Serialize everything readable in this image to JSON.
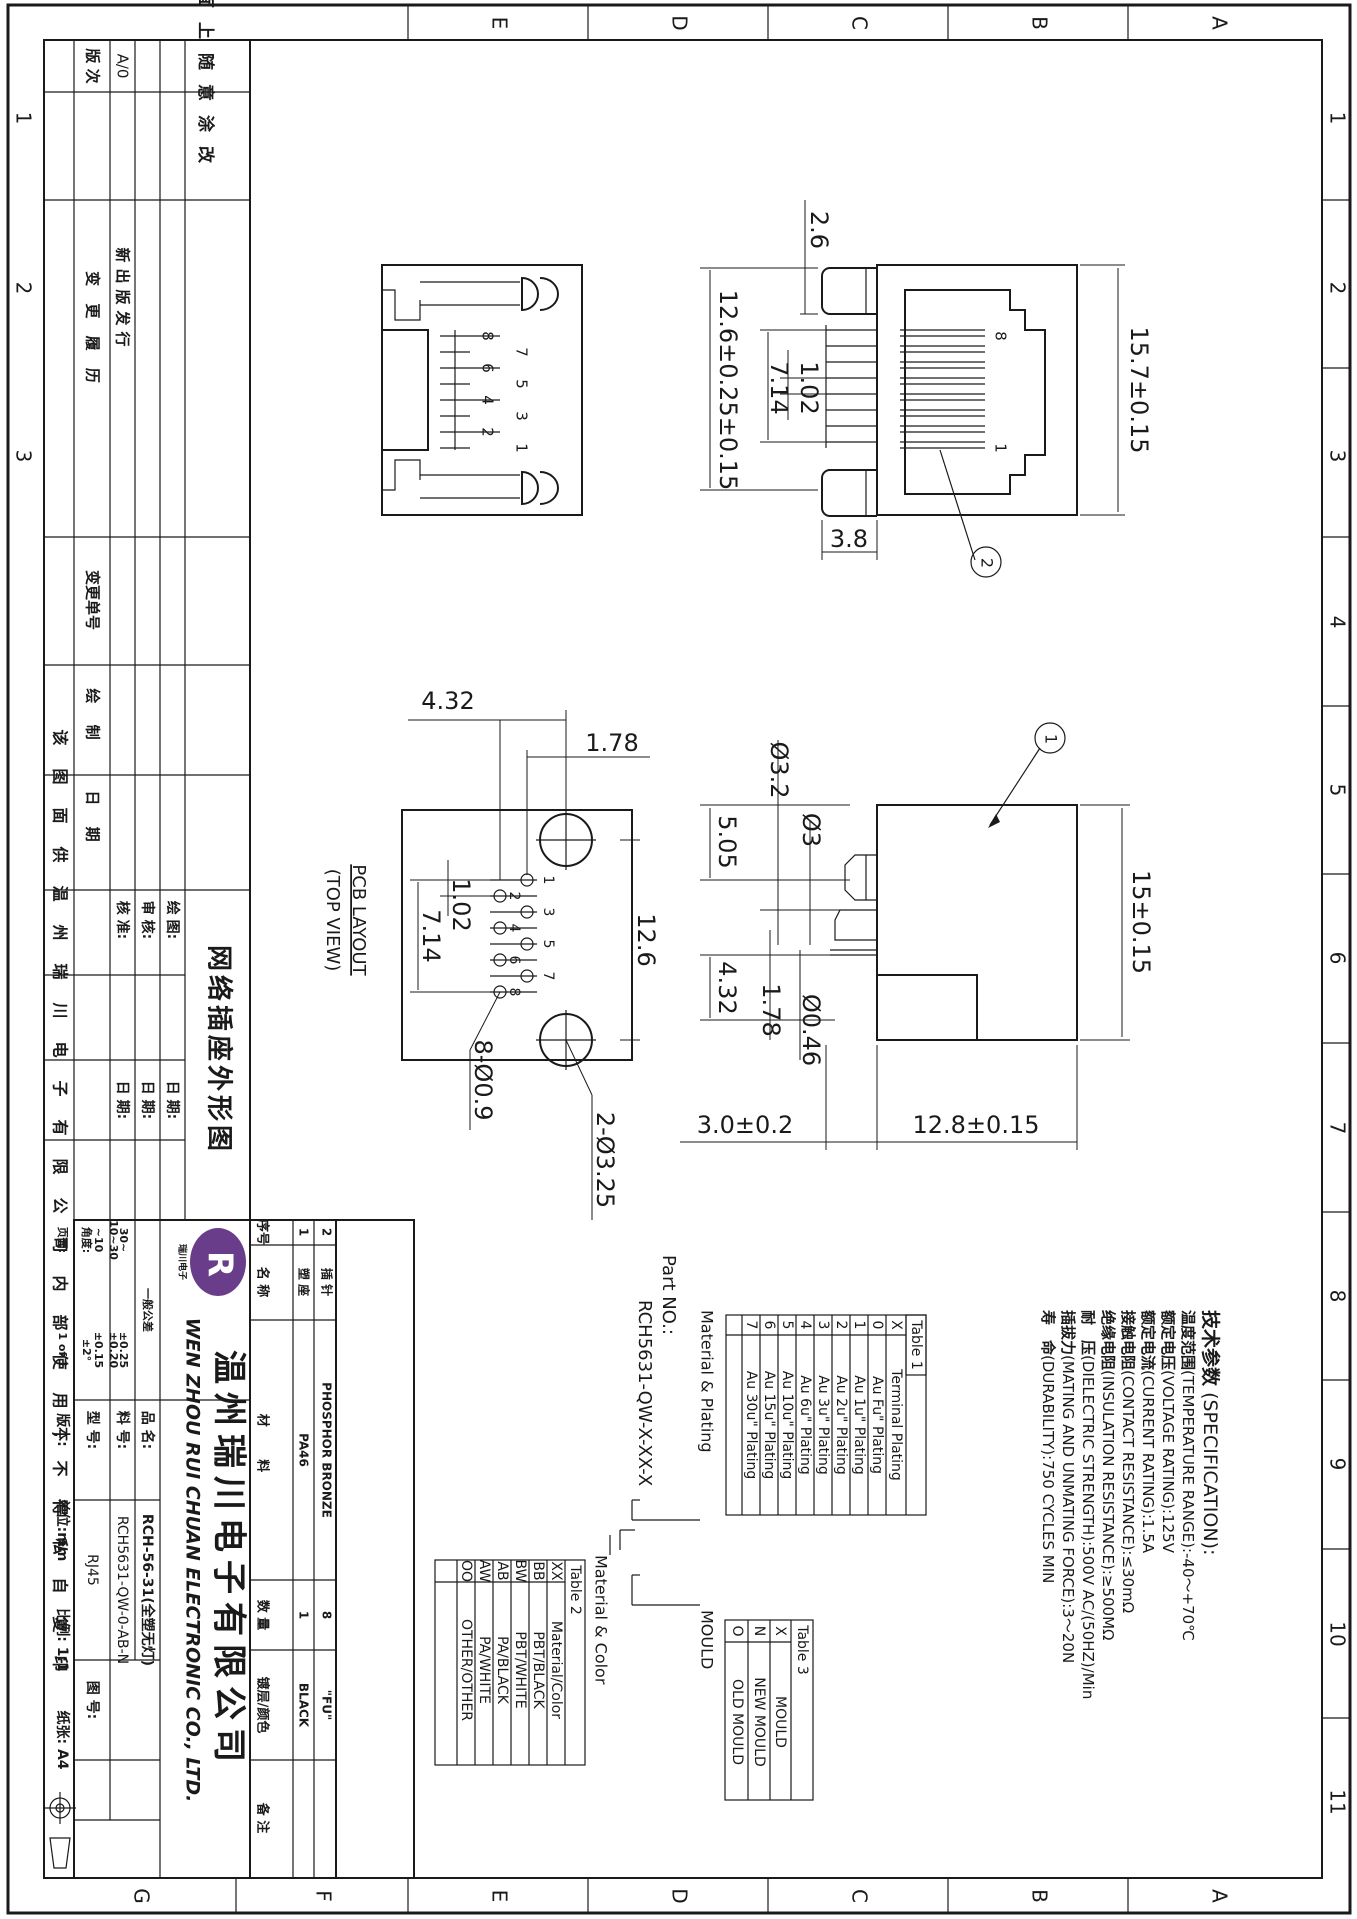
{
  "zone_letters_top": [
    "E",
    "D",
    "C",
    "B",
    "A"
  ],
  "zone_letters_bottom": [
    "G",
    "F",
    "E",
    "D",
    "C",
    "B",
    "A"
  ],
  "zone_numbers": [
    "1",
    "2",
    "3",
    "4",
    "5",
    "6",
    "7",
    "8",
    "9",
    "10",
    "11"
  ],
  "notice_top": "禁止在图面上随意涂改",
  "notice_left": "该图面供温州瑞川电子有限公司内部使用,不得私自复印",
  "revision": {
    "h_version": "版 次",
    "h_history": "变 更 履 历",
    "h_change_no": "变更单号",
    "h_drawn": "绘 制",
    "h_date": "日 期",
    "version": "A/0",
    "history": "新出版发行"
  },
  "title_block": {
    "drawing_title": "网络插座外形图",
    "labels": {
      "drawn": "绘 图:",
      "review": "审 核:",
      "approve": "核 准:",
      "date1": "日 期:",
      "date2": "日 期:",
      "date3": "日 期:",
      "product_name": "品 名:",
      "material_no": "料 号:",
      "model": "型 号:",
      "drawing_no": "图 号:",
      "edition": "版本:",
      "unit": "单位:mm",
      "scale": "比例: 1:1",
      "paper": "纸张: A4",
      "page": "页面:",
      "page_value": "1 of 1",
      "angle": "角度:",
      "angle_value": "±2°"
    },
    "product_name": "RCH-56-31(全塑无灯)",
    "material_no": "RCH5631-QW-0-AB-N",
    "model": "RJ45",
    "company_cn": "温州瑞川电子有限公司",
    "company_en": "WEN ZHOU RUI CHUAN ELECTRONIC CO., LTD.",
    "logo_small": "瑞川电子",
    "tolerance": {
      "title": "一般公差",
      "rows": [
        {
          "range": "30~",
          "value": "±0.25"
        },
        {
          "range": "10~30",
          "value": "±0.20"
        },
        {
          "range": "~10",
          "value": "±0.15"
        }
      ]
    }
  },
  "bom": {
    "headers": [
      "序号",
      "名 称",
      "材 料",
      "数 量",
      "镀层/颜色",
      "备 注"
    ],
    "rows": [
      [
        "2",
        "插 针",
        "PHOSPHOR BRONZE",
        "8",
        "\"FU\"",
        ""
      ],
      [
        "1",
        "塑 座",
        "PA46",
        "1",
        "BLACK",
        ""
      ]
    ]
  },
  "spec": {
    "title": "技术参数",
    "title_en": "(SPECIFICATION):",
    "lines": [
      {
        "cn": "温度范围",
        "en": "(TEMPERATURE RANGE):-40～+70℃"
      },
      {
        "cn": "额定电压",
        "en": "(VOLTAGE RATING):125V"
      },
      {
        "cn": "额定电流",
        "en": "(CURRENT RATING):1.5A"
      },
      {
        "cn": "接触电阻",
        "en": "(CONTACT RESISTANCE):≤30mΩ"
      },
      {
        "cn": "绝缘电阻",
        "en": "(INSULATION RESISTANCE):≥500MΩ"
      },
      {
        "cn": "耐　压",
        "en": "(DIELECTRIC STRENGTH):500V AC/(50HZ)/Min"
      },
      {
        "cn": "插拔力",
        "en": "(MATING AND UNMATING FORCE):3～20N"
      },
      {
        "cn": "寿　命",
        "en": "(DURABILITY):750 CYCLES MIN"
      }
    ]
  },
  "table1": {
    "title": "Table 1",
    "headers": [
      "X",
      "Terminal Plating"
    ],
    "rows": [
      [
        "0",
        "Au Fu\" Plating"
      ],
      [
        "1",
        "Au 1u\" Plating"
      ],
      [
        "2",
        "Au 2u\" Plating"
      ],
      [
        "3",
        "Au 3u\" Plating"
      ],
      [
        "4",
        "Au 6u\" Plating"
      ],
      [
        "5",
        "Au 10u\" Plating"
      ],
      [
        "6",
        "Au 15u\" Plating"
      ],
      [
        "7",
        "Au 30u\" Plating"
      ]
    ]
  },
  "table2": {
    "title": "Table 2",
    "headers": [
      "XX",
      "Material/Color"
    ],
    "rows": [
      [
        "BB",
        "PBT/BLACK"
      ],
      [
        "BW",
        "PBT/WHITE"
      ],
      [
        "AB",
        "PA/BLACK"
      ],
      [
        "AW",
        "PA/WHITE"
      ],
      [
        "OO",
        "OTHER/OTHER"
      ]
    ]
  },
  "table3": {
    "title": "Table 3",
    "headers": [
      "X",
      "MOULD"
    ],
    "rows": [
      [
        "N",
        "NEW MOULD"
      ],
      [
        "O",
        "OLD MOULD"
      ]
    ]
  },
  "part_no": {
    "label": "Part NO.:",
    "code": "RCH5631-QW-X-XX-X",
    "material_plating": "Material & Plating",
    "material_color": "Material & Color",
    "mould": "MOULD"
  },
  "dims": {
    "d26": "2.6",
    "d12_6": "12.6±0.25±0.15",
    "d714a": "7.14",
    "d102a": "1.02",
    "d38": "3.8",
    "d157": "15.7±0.15",
    "d432a": "4.32",
    "d178a": "1.78",
    "d126": "12.6",
    "d102b": "1.02",
    "d714b": "7.14",
    "d8holes": "8-Ø0.9",
    "d2holes": "2-Ø3.25",
    "pcb": "PCB LAYOUT",
    "topview": "(TOP VIEW)",
    "d32": "Ø3.2",
    "d3": "Ø3",
    "d505": "5.05",
    "d432b": "4.32",
    "d178b": "1.78",
    "d046": "Ø0.46",
    "d15": "15±0.15",
    "d30": "3.0±0.2",
    "d128": "12.8±0.15",
    "balloon1": "1",
    "balloon2": "2",
    "pin1": "1",
    "pin8": "8",
    "pins_a": [
      "7",
      "5",
      "3",
      "1"
    ],
    "pins_b": [
      "8",
      "6",
      "4",
      "2"
    ]
  }
}
